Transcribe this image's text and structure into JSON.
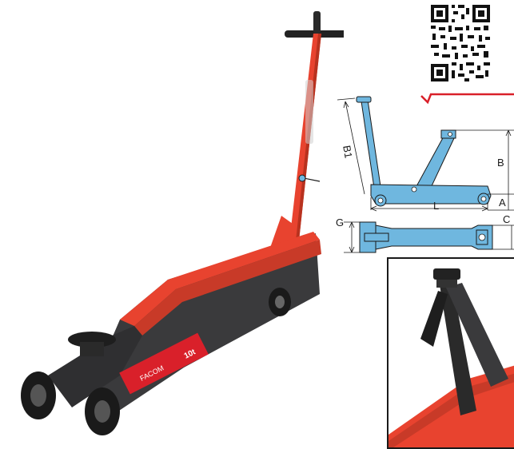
{
  "dimension_labels": {
    "b1": "B1",
    "b": "B",
    "l": "L",
    "a": "A",
    "g": "G",
    "c": "C"
  },
  "product": {
    "brand_plate": "FACOM",
    "capacity_badge": "10t"
  },
  "colors": {
    "jack_red": "#e8432f",
    "jack_body": "#3a3a3c",
    "drawing_blue": "#6fb7df",
    "line_dark": "#1a1a1a",
    "accent_red": "#d9202a"
  }
}
